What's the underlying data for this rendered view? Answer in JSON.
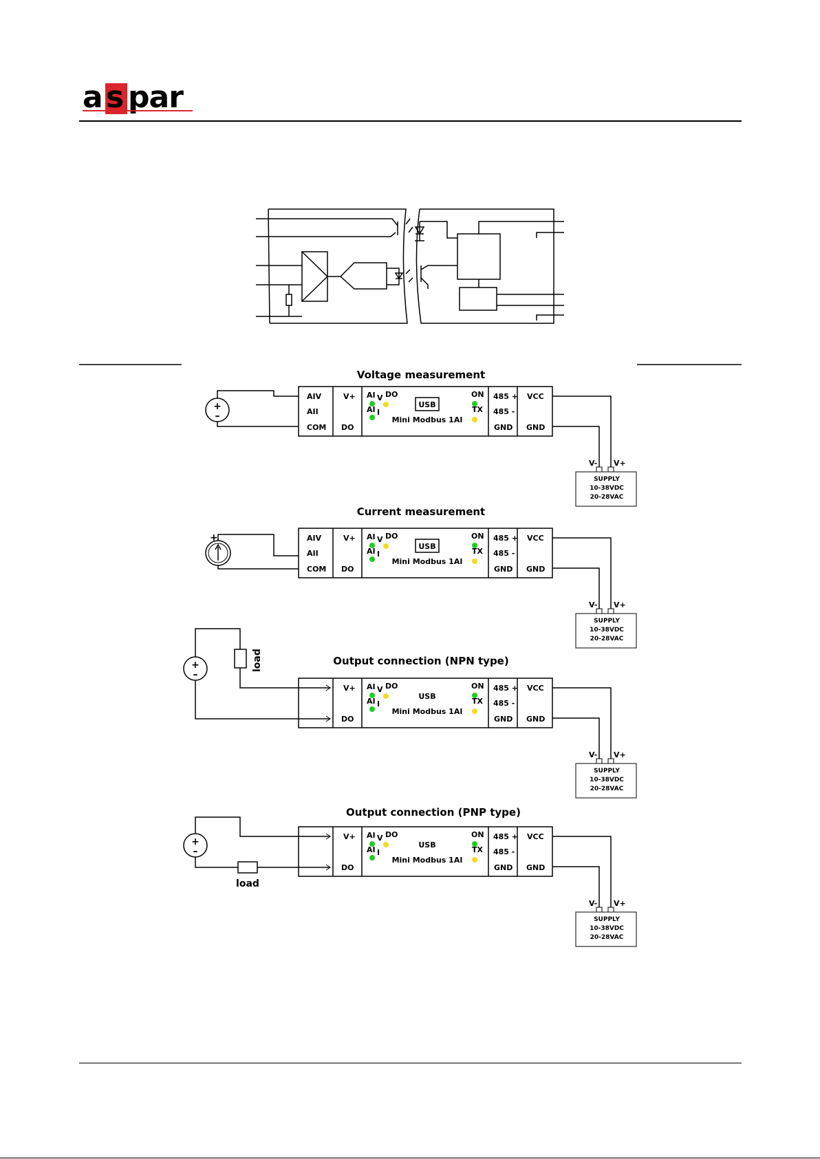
{
  "logo": {
    "text": "aspar",
    "red": "#d9262a",
    "gray": "#5d6a78"
  },
  "colors": {
    "led_green": "#22cc22",
    "led_yellow": "#f0dd22"
  },
  "device": {
    "name": "Mini Modbus 1AI",
    "usb": "USB",
    "leds": {
      "aiv": "AI",
      "aiv_sub": "V",
      "aii": "AI",
      "aii_sub": "I",
      "do": "DO",
      "on": "ON",
      "tx": "TX"
    },
    "terminals": {
      "aiv": "AIV",
      "aii": "AII",
      "com": "COM",
      "vplus": "V+",
      "do": "DO",
      "rs_plus": "485 +",
      "rs_minus": "485 -",
      "rs_gnd": "GND",
      "vcc": "VCC",
      "gnd": "GND"
    }
  },
  "supply": {
    "vminus": "V-",
    "vplus": "V+",
    "line1": "SUPPLY",
    "line2": "10-38VDC",
    "line3": "20-28VAC"
  },
  "sections": [
    {
      "title": "Voltage measurement"
    },
    {
      "title": "Current measurement"
    },
    {
      "title": "Output connection (NPN type)",
      "load": "load"
    },
    {
      "title": "Output connection (PNP type)",
      "load": "load"
    }
  ]
}
